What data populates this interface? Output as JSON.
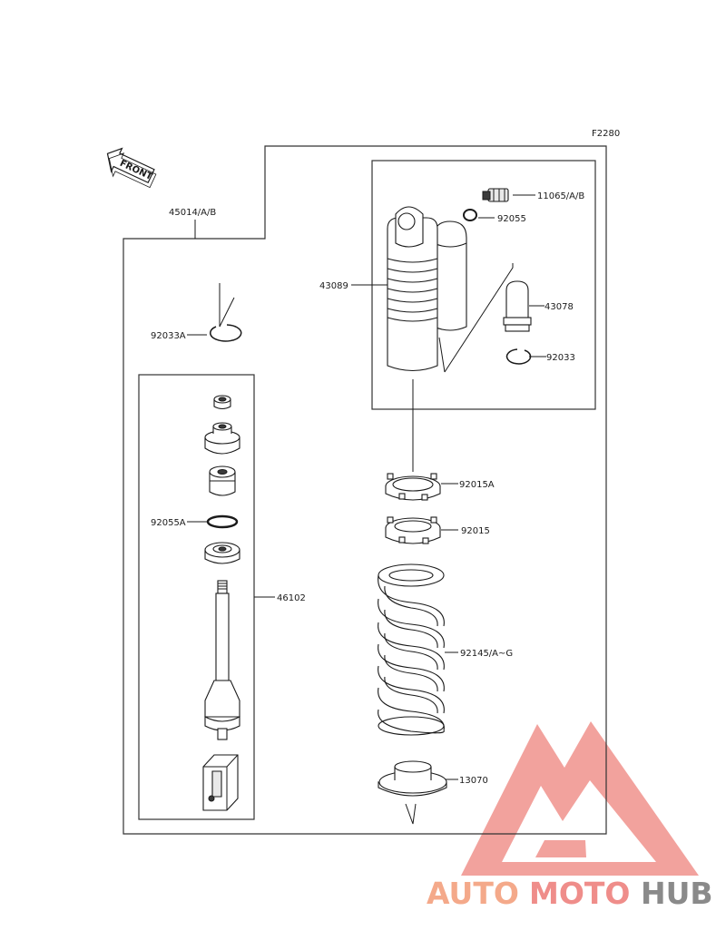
{
  "figure_code": "F2280",
  "front_label": "FRONT",
  "assembly_label": "45014/A/B",
  "parts": {
    "p11065": "11065/A/B",
    "p92055": "92055",
    "p43089": "43089",
    "p43078": "43078",
    "p92033": "92033",
    "p92033a": "92033A",
    "p92015a": "92015A",
    "p92015": "92015",
    "p92055a": "92055A",
    "p46102": "46102",
    "p92145": "92145/A~G",
    "p13070": "13070"
  },
  "watermark": {
    "auto": "AUTO",
    "moto": "MOTO",
    "hub": "HUB"
  },
  "colors": {
    "watermark_triangle": "#f0928d",
    "watermark_auto": "#f4a98a",
    "watermark_moto": "#ef8d8a",
    "watermark_hub": "#8a8a8a",
    "line": "#1a1a1a"
  }
}
